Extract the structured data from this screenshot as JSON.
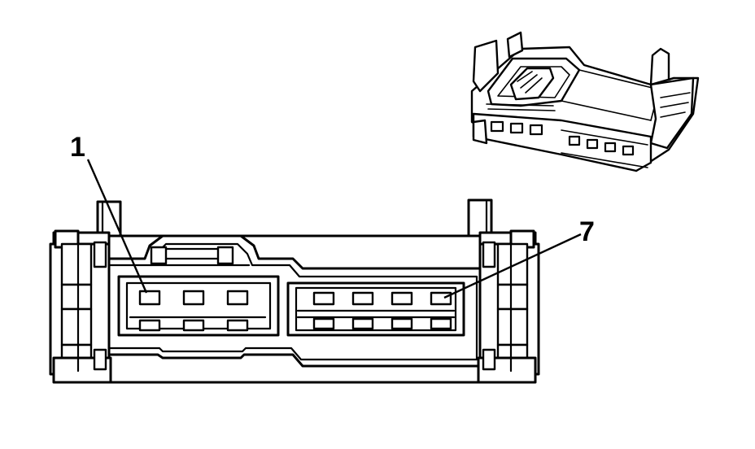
{
  "diagram": {
    "callouts": [
      {
        "id": "pin-1",
        "label": "1"
      },
      {
        "id": "pin-7",
        "label": "7"
      }
    ],
    "pin_rows": {
      "left_cavity_pins": 3,
      "right_cavity_pins": 4
    }
  }
}
